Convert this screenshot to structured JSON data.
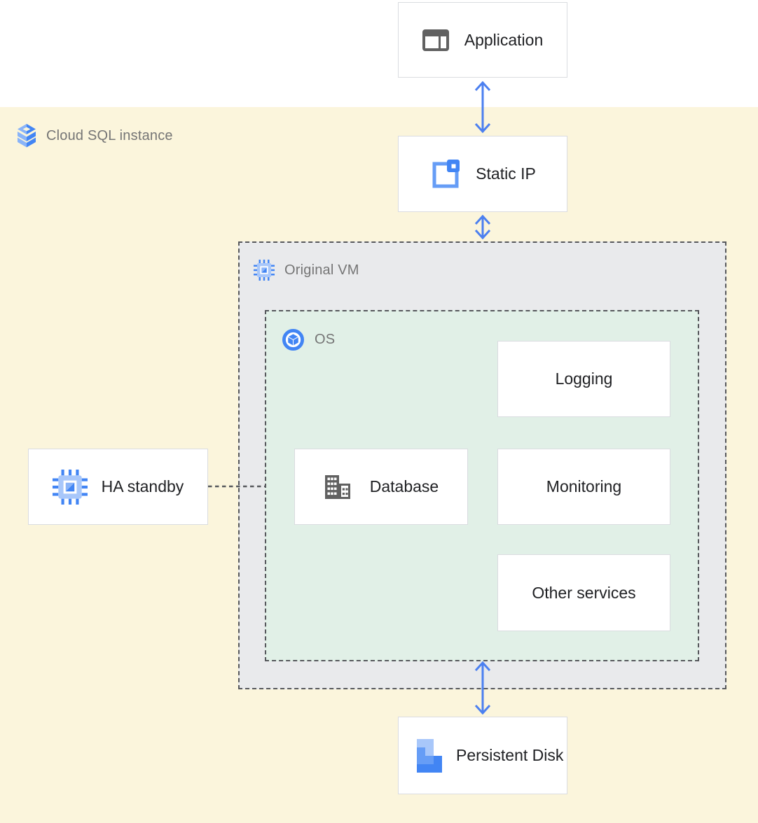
{
  "region": {
    "label": "Cloud SQL instance"
  },
  "groups": {
    "original_vm": {
      "label": "Original VM"
    },
    "os": {
      "label": "OS"
    }
  },
  "nodes": {
    "application": {
      "label": "Application"
    },
    "static_ip": {
      "label": "Static IP"
    },
    "logging": {
      "label": "Logging"
    },
    "database": {
      "label": "Database"
    },
    "monitoring": {
      "label": "Monitoring"
    },
    "other_services": {
      "label": "Other services"
    },
    "ha_standby": {
      "label": "HA standby"
    },
    "persistent_disk": {
      "label": "Persistent Disk"
    }
  },
  "icons": {
    "cloud_sql": "cloud-sql-icon",
    "application": "application-window-icon",
    "static_ip": "static-ip-icon",
    "original_vm": "compute-engine-icon",
    "ha_standby": "compute-engine-icon",
    "os": "os-icon",
    "database": "database-building-icon",
    "persistent_disk": "persistent-disk-icon"
  },
  "connections": [
    {
      "from": "application",
      "to": "static_ip",
      "style": "double-arrow"
    },
    {
      "from": "static_ip",
      "to": "original_vm",
      "style": "double-arrow"
    },
    {
      "from": "os",
      "to": "persistent_disk",
      "style": "double-arrow"
    },
    {
      "from": "ha_standby",
      "to": "os",
      "style": "dashed-line"
    }
  ],
  "colors": {
    "blue": "#4285F4",
    "medium_blue": "#669DF6",
    "light_blue": "#A8C7FA",
    "arrow_blue": "#4C80F0",
    "region_bg": "#FBF5DC",
    "vm_bg": "#E9EAEC",
    "os_bg": "#E1F0E7",
    "node_border": "#DADCE0",
    "dashed_border": "#56585C",
    "icon_gray": "#616161",
    "group_label_text": "#757575",
    "node_label_text": "#202124"
  }
}
